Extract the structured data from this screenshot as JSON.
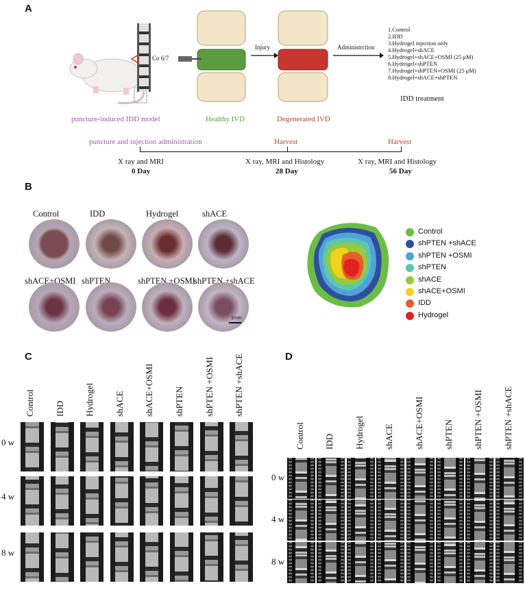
{
  "panelA": {
    "letter": "A",
    "co_label": "Co 6/7",
    "injury": "Injury",
    "administration": "Administrction",
    "groups": [
      "1.Control",
      "2.IDD",
      "3.Hydrogel injection only",
      "4.Hydrogel+shACE",
      "5.Hydrogel+shACE+OSMI (25 μM)",
      "6.Hydrogel+shPTEN",
      "7.Hydrogel+shPTEN+OSMI (25 μM)",
      "8.Hydrogel+shACE+shPTEN"
    ],
    "treatment": "IDD treatment",
    "model": "puncture-induced IDD model",
    "healthy": "Healthy IVD",
    "degenerated": "Degenerated IVD",
    "timeline": {
      "start_top": "puncture and injection administration",
      "harvest1": "Harvest",
      "harvest2": "Harvest",
      "label0": "X ray and MRI",
      "day0": "0 Day",
      "label28": "X ray, MRI and Histology",
      "day28": "28 Day",
      "label56": "X ray, MRI and Histology",
      "day56": "56 Day"
    }
  },
  "panelB": {
    "letter": "B",
    "discs": [
      "Control",
      "IDD",
      "Hydrogel",
      "shACE",
      "shACE+OSMI",
      "shPTEN",
      "shPTEN +OSMI",
      "shPTEN +shACE"
    ],
    "scale": "1mm",
    "legend": [
      {
        "label": "Control",
        "color": "#6cbd45"
      },
      {
        "label": "shPTEN +shACE",
        "color": "#2f4f9c"
      },
      {
        "label": "shPTEN +OSMI",
        "color": "#4fa3d9"
      },
      {
        "label": "shPTEN",
        "color": "#5cc6b0"
      },
      {
        "label": "shACE",
        "color": "#9bc83a"
      },
      {
        "label": "shACE+OSMI",
        "color": "#f0d31a"
      },
      {
        "label": "IDD",
        "color": "#ea5a2a"
      },
      {
        "label": "Hydrogel",
        "color": "#e02222"
      }
    ]
  },
  "panelC": {
    "letter": "C",
    "columns": [
      "Control",
      "IDD",
      "Hydrogel",
      "shACE",
      "shACE+OSMI",
      "shPTEN",
      "shPTEN +OSMI",
      "shPTEN +shACE"
    ],
    "rows": [
      "0 w",
      "4 w",
      "8 w"
    ]
  },
  "panelD": {
    "letter": "D",
    "columns": [
      "Control",
      "IDD",
      "Hydrogel",
      "shACE",
      "shACE+OSMI",
      "shPTEN",
      "shPTEN +OSMI",
      "shPTEN +shACE"
    ],
    "rows": [
      "0 w",
      "4 w",
      "8 w"
    ]
  }
}
